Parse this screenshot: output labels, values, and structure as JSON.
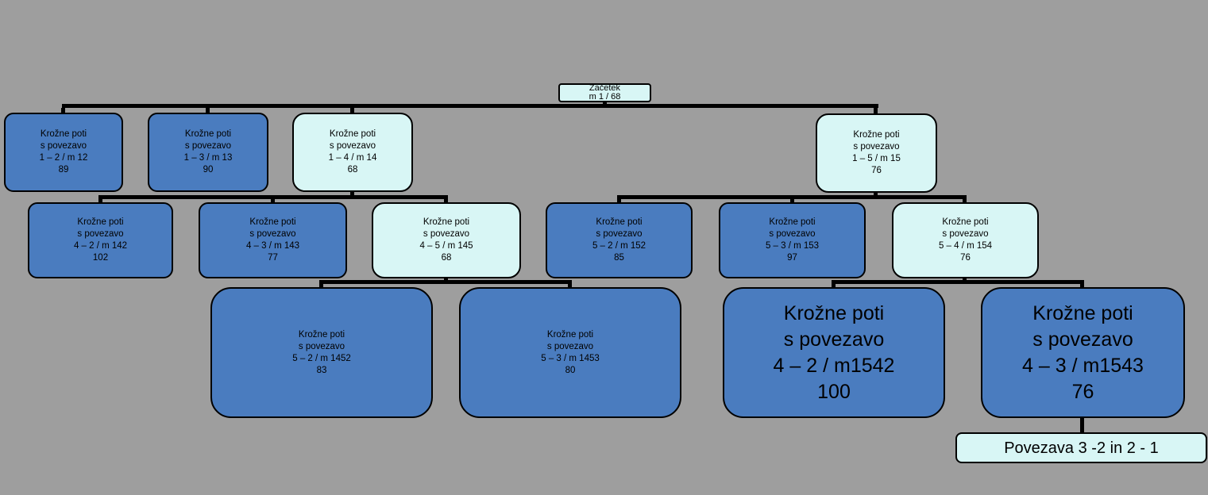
{
  "diagram": {
    "type": "tree",
    "background_color": "#9e9e9e",
    "colors": {
      "primary_node": "#4a7cbf",
      "highlight_node": "#d8f6f5",
      "border": "#000000",
      "connector": "#000000"
    },
    "nodes": {
      "start": {
        "lines": [
          "Začetek",
          "m 1 / 68"
        ]
      },
      "m12": {
        "lines": [
          "Krožne poti",
          "s povezavo",
          "1 – 2 / m 12",
          "89"
        ]
      },
      "m13": {
        "lines": [
          "Krožne poti",
          "s povezavo",
          "1 – 3 / m 13",
          "90"
        ]
      },
      "m14": {
        "lines": [
          "Krožne poti",
          "s povezavo",
          "1 – 4 / m 14",
          "68"
        ]
      },
      "m15": {
        "lines": [
          "Krožne poti",
          "s povezavo",
          "1 – 5 / m 15",
          "76"
        ]
      },
      "m142": {
        "lines": [
          "Krožne poti",
          "s povezavo",
          "4 – 2 / m 142",
          "102"
        ]
      },
      "m143": {
        "lines": [
          "Krožne poti",
          "s povezavo",
          "4 – 3 / m 143",
          "77"
        ]
      },
      "m145": {
        "lines": [
          "Krožne poti",
          "s povezavo",
          "4 – 5 / m 145",
          "68"
        ]
      },
      "m152": {
        "lines": [
          "Krožne poti",
          "s povezavo",
          "5 – 2 / m 152",
          "85"
        ]
      },
      "m153": {
        "lines": [
          "Krožne poti",
          "s povezavo",
          "5 – 3 / m 153",
          "97"
        ]
      },
      "m154": {
        "lines": [
          "Krožne poti",
          "s povezavo",
          "5 – 4 / m 154",
          "76"
        ]
      },
      "m1452": {
        "lines": [
          "Krožne poti",
          "s povezavo",
          "5 – 2 / m 1452",
          "83"
        ]
      },
      "m1453": {
        "lines": [
          "Krožne poti",
          "s povezavo",
          "5 – 3 / m 1453",
          "80"
        ]
      },
      "m1542": {
        "lines": [
          "Krožne poti",
          "s povezavo",
          "4 – 2 / m1542",
          "100"
        ]
      },
      "m1543": {
        "lines": [
          "Krožne poti",
          "s povezavo",
          "4 – 3 / m1543",
          "76"
        ]
      },
      "povezava": {
        "lines": [
          "Povezava 3 -2 in 2 - 1"
        ]
      }
    }
  }
}
